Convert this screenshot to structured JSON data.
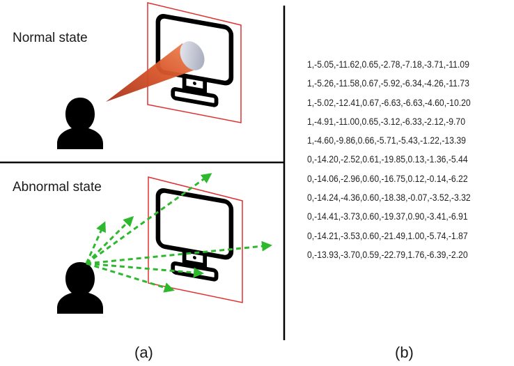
{
  "panel_a": {
    "normal_label": "Normal state",
    "abnormal_label": "Abnormal state",
    "caption": "(a)"
  },
  "panel_b": {
    "caption": "(b)",
    "rows": [
      "1,-5.05,-11.62,0.65,-2.78,-7.18,-3.71,-11.09",
      "1,-5.26,-11.58,0.67,-5.92,-6.34,-4.26,-11.73",
      "1,-5.02,-12.41,0.67,-6.63,-6.63,-4.60,-10.20",
      "1,-4.91,-11.00,0.65,-3.12,-6.33,-2.12,-9.70",
      "1,-4.60,-9.86,0.66,-5.71,-5.43,-1.22,-13.39",
      "0,-14.20,-2.52,0.61,-19.85,0.13,-1.36,-5.44",
      "0,-14.06,-2.96,0.60,-16.75,0.12,-0.14,-6.22",
      "0,-14.24,-4.36,0.60,-18.38,-0.07,-3.52,-3.32",
      "0,-14.41,-3.73,0.60,-19.37,0.90,-3.41,-6.91",
      "0,-14.21,-3.53,0.60,-21.49,1.00,-5.74,-1.87",
      "0,-13.93,-3.70,0.59,-22.79,1.76,-6.39,-2.20"
    ]
  },
  "colors": {
    "screen_frame": "#e03030",
    "gaze_beam": "#d2461e",
    "gaze_scatter": "#2db82d",
    "ink": "#000000"
  },
  "icons": [
    "person-silhouette-icon",
    "monitor-icon",
    "gaze-cone-icon",
    "gaze-arrow-icon"
  ]
}
